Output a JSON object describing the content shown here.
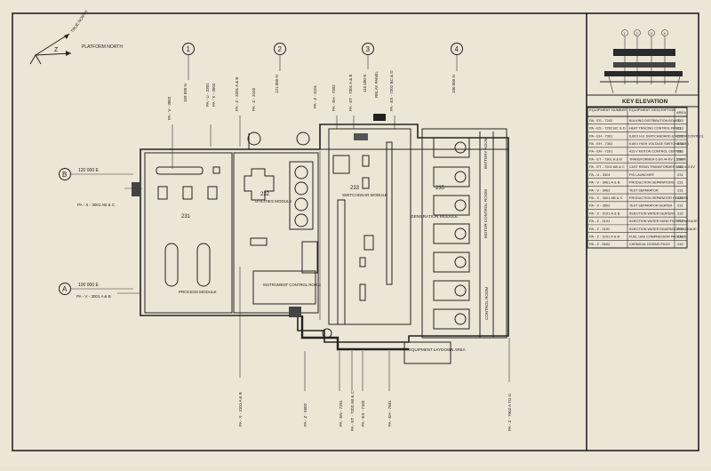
{
  "north_arrow": {
    "true_north": "TRUE NORTH",
    "platform_north": "PLATFORM NORTH",
    "z": "Z"
  },
  "grid": {
    "columns": [
      {
        "label": "1",
        "coord": "109 500 N"
      },
      {
        "label": "2",
        "coord": "121 000 N"
      },
      {
        "label": "3",
        "coord": "115 500 N"
      },
      {
        "label": "4",
        "coord": "100 000 N"
      }
    ],
    "rows": [
      {
        "label": "B",
        "coord": "120 000 E"
      },
      {
        "label": "A",
        "coord": "100 000 E"
      }
    ]
  },
  "modules": {
    "m231": "231",
    "m232": "232",
    "utilities": "UTILITIES MODULE",
    "m233": "233",
    "switchgear": "SWITCHGEAR MODULE",
    "m235": "235",
    "generation": "GENERATION MODULE",
    "battery_room": "BATTERY ROOM",
    "motor_control_room": "MOTOR CONTROL ROOM",
    "control_room": "CONTROL ROOM",
    "process_module": "PROCESS MODULE",
    "instrument_control_room": "INSTRUMENT CONTROL ROOM",
    "equipment_laydown": "EQUIPMENT LAYDOWN AREA",
    "relay_panel": "RELAY PANEL"
  },
  "tags": {
    "pa_v_3002": "PA - V - 3002",
    "pa_u_3301": "PA - U - 3301",
    "pa_x_3502": "PA - X - 3502",
    "pa_z_3201": "PA - Z - 3201 A & B",
    "pa_z_3102": "PA - Z - 3102",
    "pa_z_3101": "PA - Z - 3101",
    "pa_eh_7302": "PA - EH - 7302",
    "pa_et_7301": "PA - ET - 7301 A & B",
    "pa_es_7302": "PA - ES - 7302 BC & D",
    "pa_x_3001": "PA - X - 3001 AB & C",
    "pa_v_3001": "PA - V - 3001 A & B",
    "pa_x_3101": "PA - X - 3101 A & B",
    "pa_z_5602": "PA - Z - 5602",
    "pa_en_7201": "PA - EN - 7201",
    "pa_et_7202": "PA - ET - 7202 AB & C",
    "pa_es_7102": "PA - ES - 7102",
    "pa_eh_7601": "PA - EH - 7601",
    "pa_z_7002": "PA - Z - 7002 A TO G"
  },
  "legend": {
    "title": "KEY ELEVATION",
    "columns": [
      "EQUIPMENT NUMBER",
      "EQUIPMENT DESCRIPTION",
      "AREA"
    ],
    "rows": [
      [
        "PA - ES - 7202",
        "BULKING DISTRIBUTION BOARD",
        "233"
      ],
      [
        "PA - ES - 7202 BC & D",
        "HEAT TRACING CONTROL PANEL",
        "233"
      ],
      [
        "PA - EH - 7301",
        "6.6KV H.V. SWITCHBOARD & MOTOR CONTROL",
        "233"
      ],
      [
        "PA - EH - 7302",
        "6.6KV HIGH VOLTAGE SWITCHBOARD",
        "233"
      ],
      [
        "PA - EN - 7201",
        "415 V MOTOR CONTROL CENTRE",
        "233"
      ],
      [
        "PA - ET - 7301 A & B",
        "TRANSFORMER 6.6/0.44 KV 2.5 MVA",
        "233"
      ],
      [
        "PA - ET - 7202 AB & C",
        "CAST RESIN TRANSFORMER 6.6/0.433 KV",
        "233"
      ],
      [
        "PA - U - 3301",
        "PIG LAUNCHER",
        "231"
      ],
      [
        "PA - V - 3001 A & B",
        "PRODUCTION SEPARATORS",
        "231"
      ],
      [
        "PA - V - 3002",
        "TEST SEPARATOR",
        "231"
      ],
      [
        "PA - X - 3001 AB & C",
        "PRODUCTION SEPARATOR HEATERS",
        "231"
      ],
      [
        "PA - X - 3502",
        "TEST SEPARATOR HEATER",
        "231"
      ],
      [
        "PA - X - 3101 A & B",
        "INJECTION WATER HEATERS",
        "232"
      ],
      [
        "PA - Z - 3101",
        "INJECTION WATER SAND FILTER PACKAGE",
        "232"
      ],
      [
        "PA - Z - 3102",
        "INJECTION WATER DEAERATOR PACKAGE",
        "232"
      ],
      [
        "PA - Z - 3201 A & B",
        "FUEL GAS COMPRESSOR PACKAGE",
        "232"
      ],
      [
        "PA - Z - 5602",
        "CHEMICAL DOSING PKGS",
        "232"
      ]
    ],
    "elevation_markers": [
      "1",
      "2",
      "3",
      "4"
    ]
  }
}
